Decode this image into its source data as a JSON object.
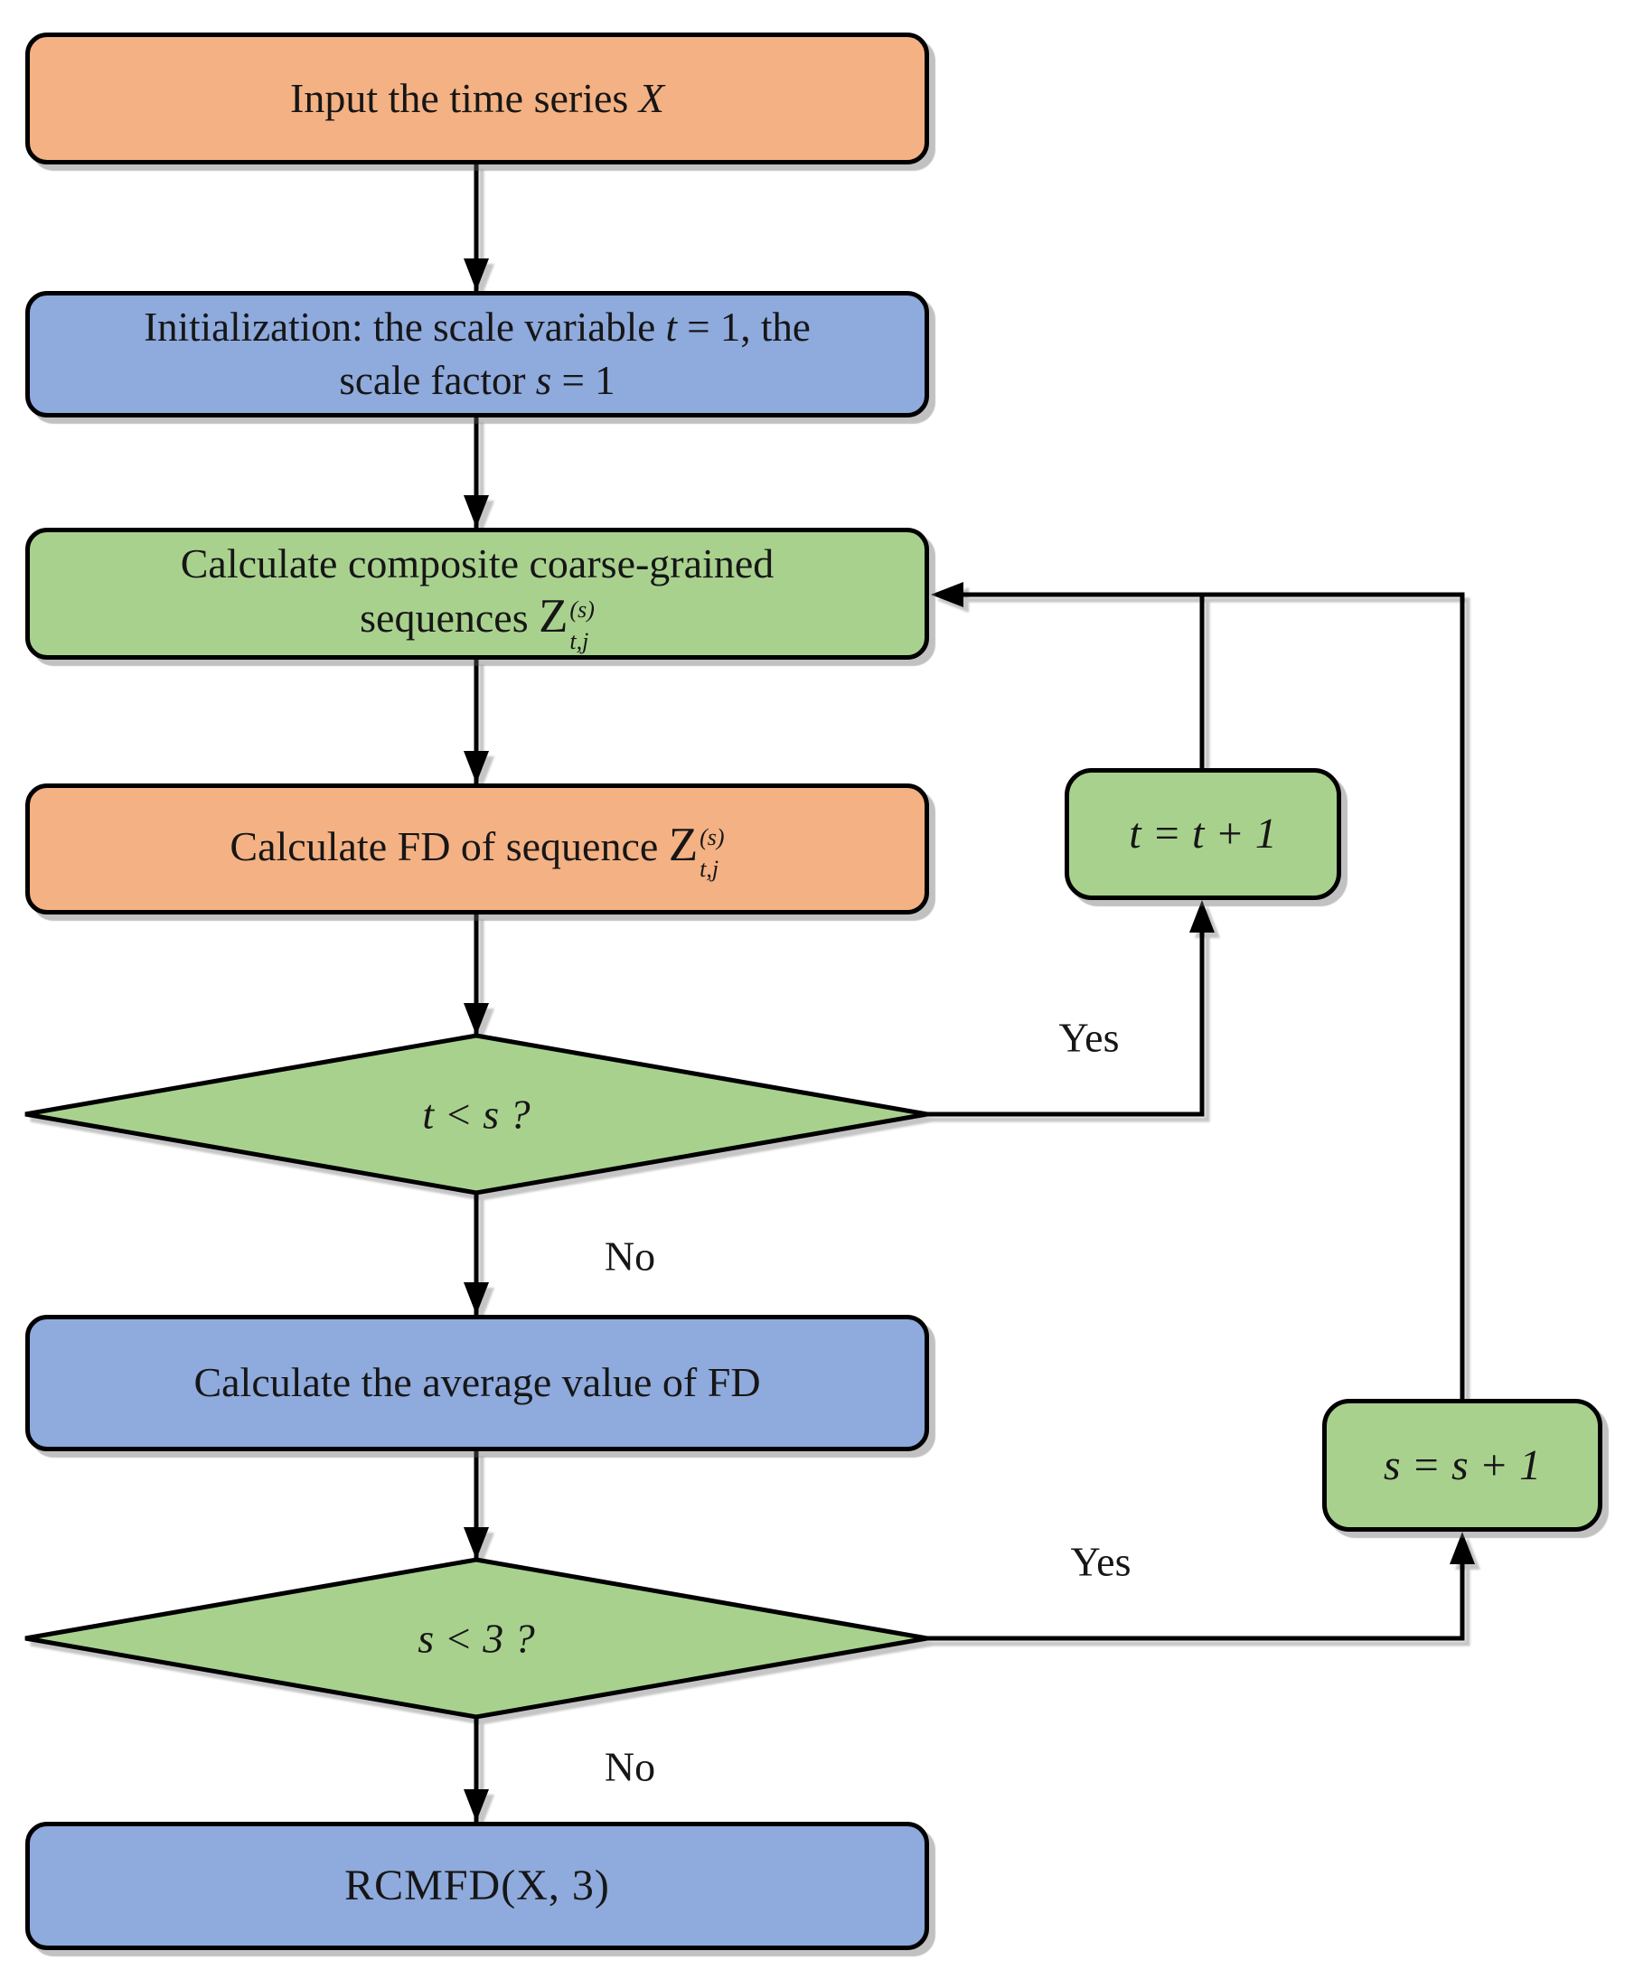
{
  "colors": {
    "orange": "#F4B183",
    "blue": "#8FAADC",
    "green": "#A9D18E",
    "line": "#000000",
    "bg": "#FFFFFF"
  },
  "nodes": {
    "input": {
      "prefix": "Input the time series ",
      "var": "X"
    },
    "init": {
      "l1a": "Initialization: the scale variable ",
      "l1var": "t",
      "l1b": " = 1, the",
      "l2a": "scale factor ",
      "l2var": "s",
      "l2b": " = 1"
    },
    "coarse": {
      "l1": "Calculate composite coarse-grained",
      "l2a": "sequences ",
      "sym": "Z",
      "sup": "(s)",
      "sub": "t,j"
    },
    "fd": {
      "a": "Calculate FD of sequence ",
      "sym": "Z",
      "sup": "(s)",
      "sub": "t,j"
    },
    "dec_t": {
      "text": "t < s ?"
    },
    "avg": {
      "text": "Calculate the average value of FD"
    },
    "dec_s": {
      "text": "s < 3 ?"
    },
    "inc_t": {
      "text": "t = t + 1"
    },
    "inc_s": {
      "text": "s = s + 1"
    },
    "result": {
      "text": "RCMFD(X, 3)"
    }
  },
  "labels": {
    "yes_t": "Yes",
    "no_t": "No",
    "yes_s": "Yes",
    "no_s": "No"
  }
}
